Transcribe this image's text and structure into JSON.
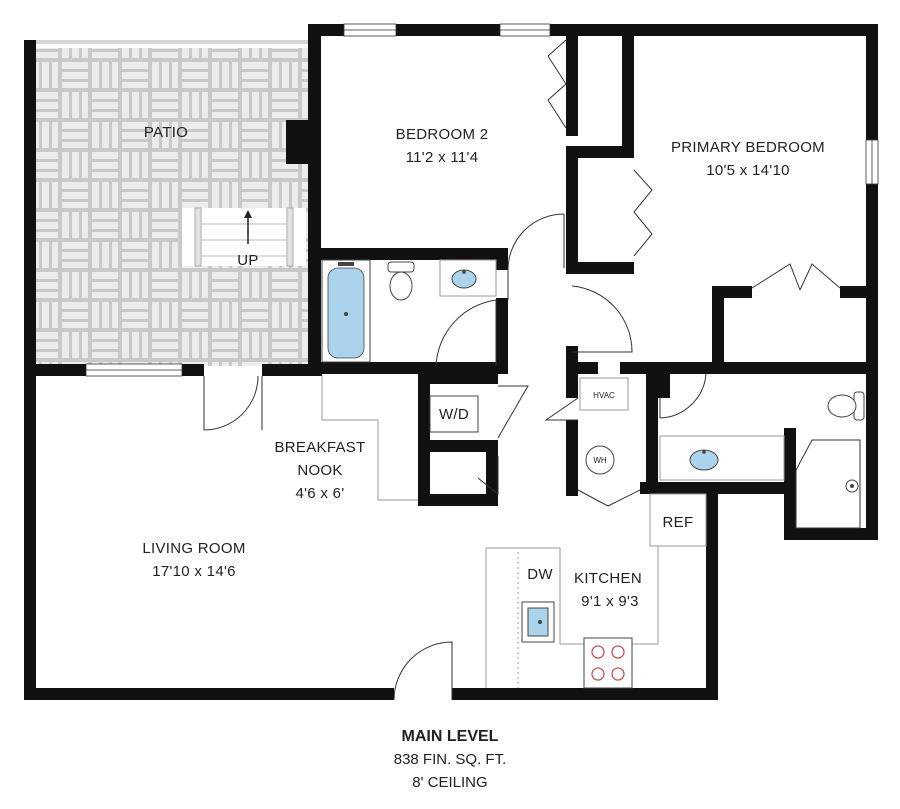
{
  "rooms": {
    "patio": {
      "name": "PATIO"
    },
    "stairs": {
      "name": "UP"
    },
    "bedroom2": {
      "name": "BEDROOM 2",
      "size": "11'2 x 11'4"
    },
    "primary": {
      "name": "PRIMARY BEDROOM",
      "size": "10'5 x 14'10"
    },
    "nook": {
      "name1": "BREAKFAST",
      "name2": "NOOK",
      "size": "4'6 x 6'"
    },
    "living": {
      "name": "LIVING ROOM",
      "size": "17'10 x 14'6"
    },
    "kitchen": {
      "name": "KITCHEN",
      "size": "9'1 x 9'3"
    }
  },
  "fixtures": {
    "wd": "W/D",
    "hvac": "HVAC",
    "wh": "WH",
    "ref": "REF",
    "dw": "DW"
  },
  "footer": {
    "level": "MAIN LEVEL",
    "area": "838 FIN. SQ. FT.",
    "ceiling": "8' CEILING"
  },
  "colors": {
    "wall": "#111111",
    "patio_fill": "#c9c9c9",
    "patio_pavers": "#ececec",
    "fixture_blue": "#a9d4ec"
  }
}
